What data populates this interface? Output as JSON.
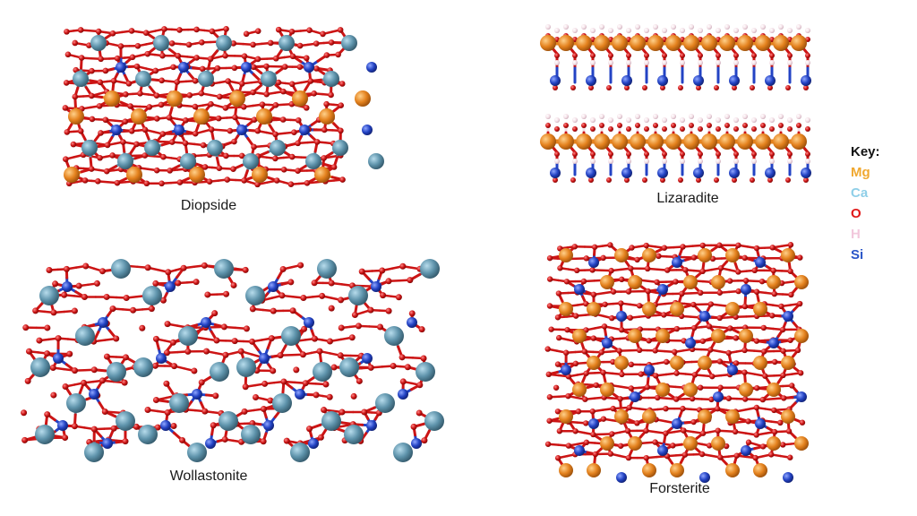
{
  "panels": {
    "diopside": {
      "label": "Diopside"
    },
    "lizaradite": {
      "label": "Lizaradite"
    },
    "wollastonite": {
      "label": "Wollastonite"
    },
    "forsterite": {
      "label": "Forsterite"
    }
  },
  "legend": {
    "title": "Key:",
    "items": [
      {
        "label": "Mg",
        "color": "#f0a830"
      },
      {
        "label": "Ca",
        "color": "#8fcfe8"
      },
      {
        "label": "O",
        "color": "#e01818"
      },
      {
        "label": "H",
        "color": "#f2c8dc"
      },
      {
        "label": "Si",
        "color": "#2a56c8"
      }
    ]
  },
  "atom_colors": {
    "Mg": "#e4821e",
    "Ca": "#5e93ab",
    "O": "#cc1414",
    "H": "#f3dfe6",
    "Si": "#2343c4"
  }
}
